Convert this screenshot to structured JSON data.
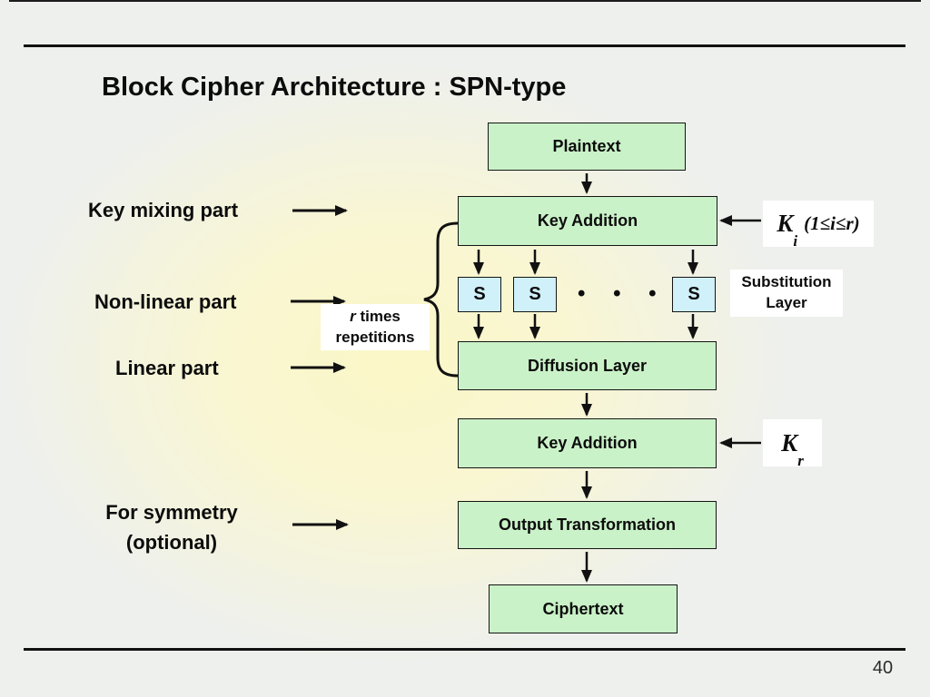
{
  "slide": {
    "title": "Block Cipher Architecture : SPN-type",
    "page_number": "40"
  },
  "left_labels": {
    "key_mixing": "Key mixing part",
    "non_linear": "Non-linear part",
    "linear": "Linear part",
    "symmetry_line1": "For symmetry",
    "symmetry_line2": "(optional)"
  },
  "flow": {
    "plaintext": "Plaintext",
    "key_addition_top": "Key Addition",
    "sbox_label": "S",
    "dots": "• • •",
    "diffusion_layer": "Diffusion Layer",
    "key_addition_bottom": "Key Addition",
    "output_transformation": "Output Transformation",
    "ciphertext": "Ciphertext"
  },
  "annotations": {
    "round_key_symbol": "K",
    "round_key_subscript": "i",
    "round_key_range": "(1≤i≤r)",
    "substitution_line1": "Substitution",
    "substitution_line2": "Layer",
    "repetition_symbol": "r",
    "repetition_line1": " times",
    "repetition_line2": "repetitions"
  },
  "final_key": {
    "symbol": "K",
    "subscript": "r"
  },
  "colors": {
    "box_green": "#caf2c8",
    "box_blue": "#d0f0fa",
    "line_black": "#111111"
  }
}
